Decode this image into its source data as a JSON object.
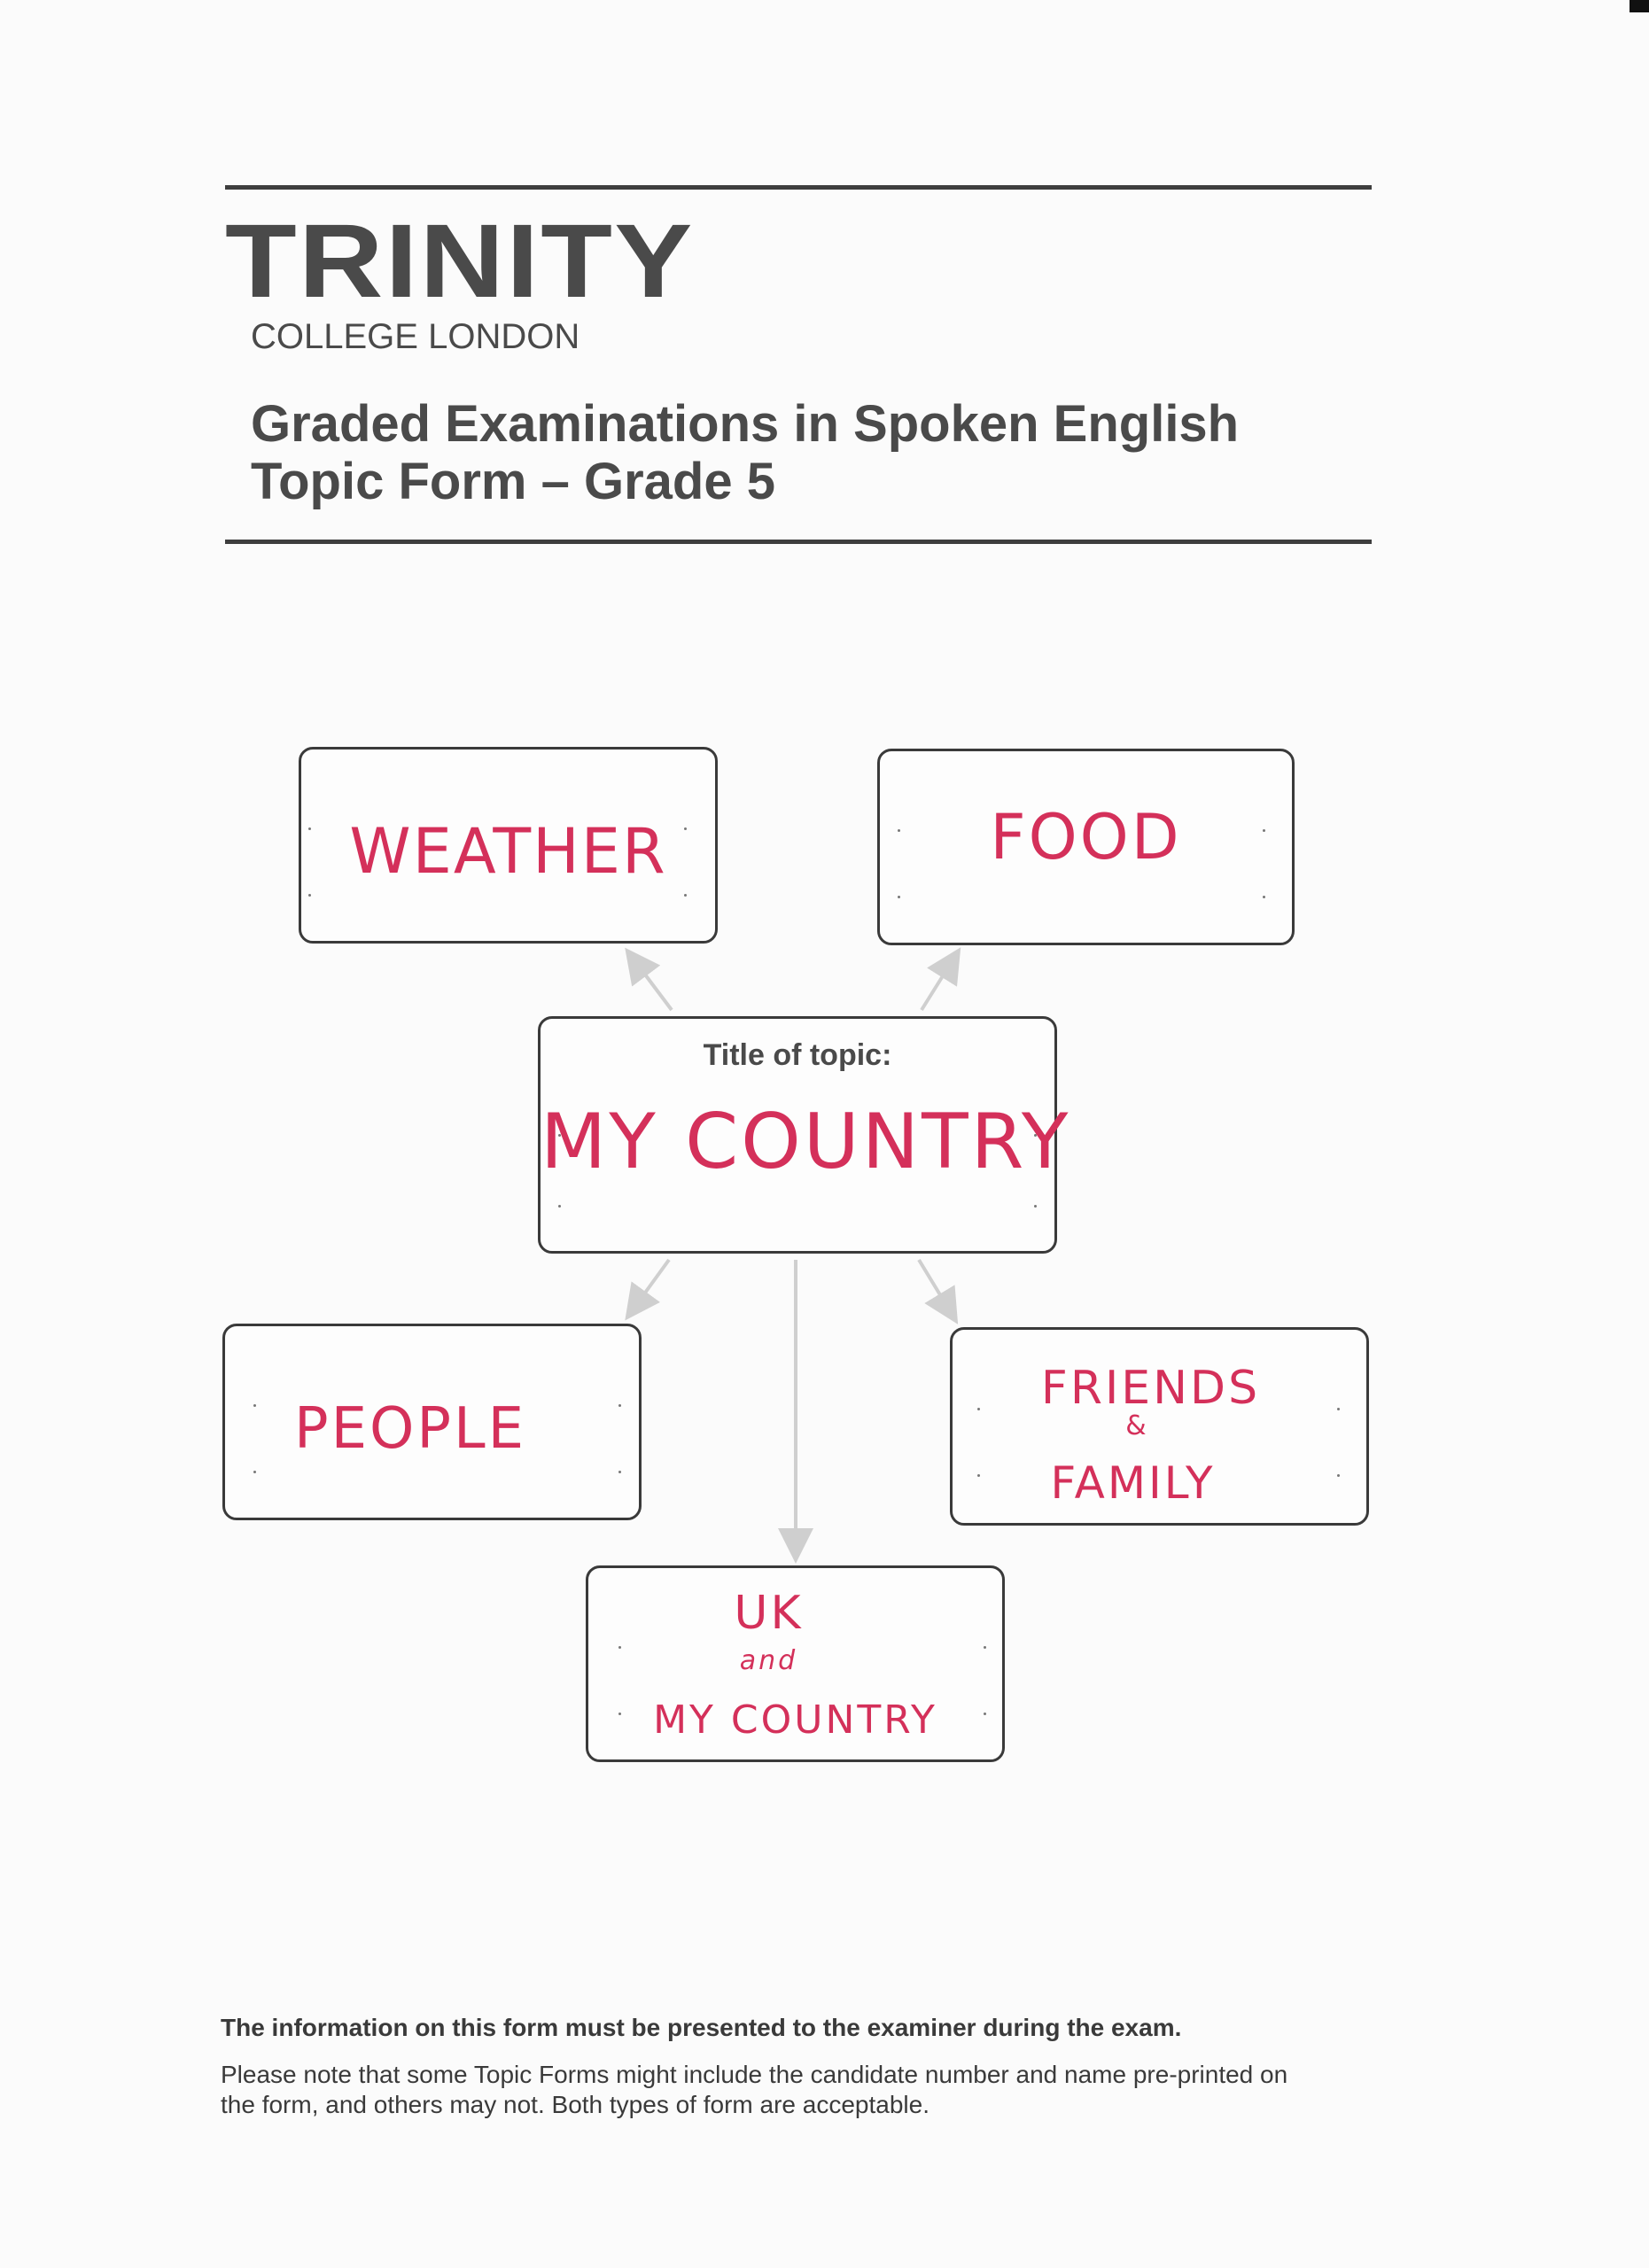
{
  "header": {
    "logo_word": "TRINITY",
    "logo_sub": "COLLEGE LONDON",
    "title_line1": "Graded Examinations in Spoken English",
    "title_line2": "Topic Form – Grade 5"
  },
  "topic": {
    "label": "Title of topic:",
    "value": "MY COUNTRY"
  },
  "subtopics": {
    "weather": "WEATHER",
    "food": "FOOD",
    "people": "PEOPLE",
    "friends_line1": "FRIENDS",
    "friends_line2": "&",
    "friends_line3": "FAMILY",
    "uk_line1": "UK",
    "uk_line2": "and",
    "uk_line3": "MY COUNTRY"
  },
  "footer": {
    "bold_notice": "The information on this form must be presented to the examiner during the exam.",
    "note_line1": "Please note that some Topic Forms might include the candidate number and name pre-printed on",
    "note_line2": "the form, and others may not. Both types of form are acceptable."
  },
  "colors": {
    "ink": "#d4305a",
    "print": "#4a4a4a",
    "arrow": "#cfcfcf"
  }
}
